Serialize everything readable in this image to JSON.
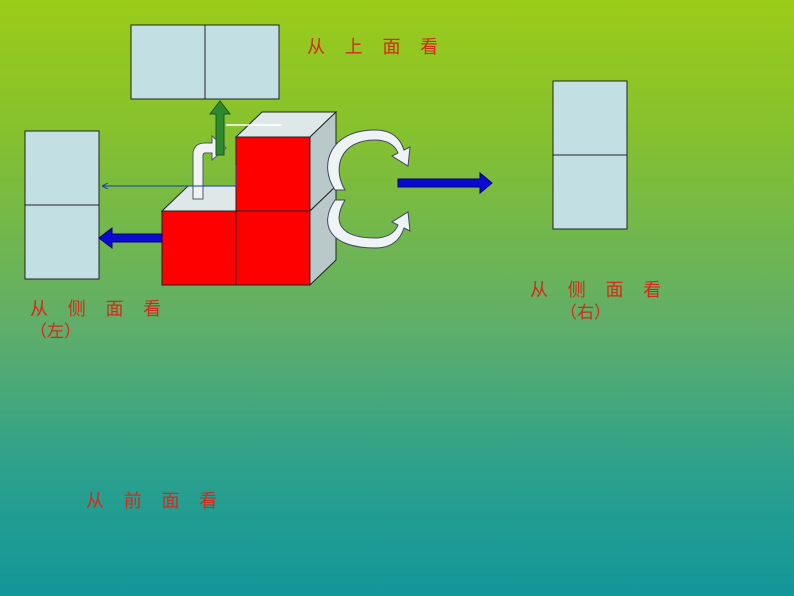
{
  "labels": {
    "top_view": "从 上 面 看",
    "left_view": "从 侧 面 看",
    "left_sub": "（左）",
    "right_view": "从 侧 面 看",
    "right_sub": "（右）",
    "front_view": "从 前 面 看"
  },
  "colors": {
    "cube_front": "#ff0000",
    "cube_side": "#b9c9c9",
    "cube_top": "#dfe8e8",
    "view_panel": "#c2e0e4",
    "arrow_blue": "#0a0ad0",
    "arrow_green": "#2e8a2e",
    "label_text": "#d42a1a"
  },
  "icons": {
    "rotate": "curved-rotate-arrows-icon",
    "up": "arrow-up-icon",
    "left": "arrow-left-icon",
    "right": "arrow-right-icon"
  }
}
